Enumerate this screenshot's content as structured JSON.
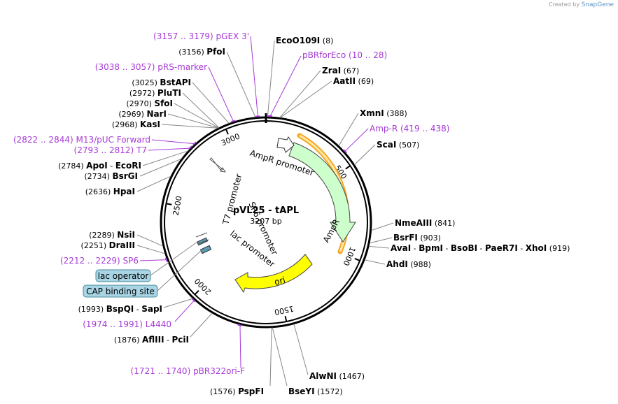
{
  "credit": {
    "prefix": "Created by",
    "brand": "SnapGene"
  },
  "plasmid": {
    "name": "pVL25 - tAPL",
    "length": "3207 bp"
  },
  "ticks": [
    "500",
    "1000",
    "1500",
    "2000",
    "2500",
    "3000"
  ],
  "enzymes": [
    {
      "name": "EcoO109I",
      "pos": "(8)"
    },
    {
      "name": "ZraI",
      "pos": "(67)"
    },
    {
      "name": "AatII",
      "pos": "(69)"
    },
    {
      "name": "XmnI",
      "pos": "(388)"
    },
    {
      "name": "ScaI",
      "pos": "(507)"
    },
    {
      "name": "NmeAIII",
      "pos": "(841)"
    },
    {
      "name": "BsrFI",
      "pos": "(903)"
    },
    {
      "name": "AvaI",
      "pos": ""
    },
    {
      "name": "BpmI",
      "pos": ""
    },
    {
      "name": "BsoBI",
      "pos": ""
    },
    {
      "name": "PaeR7I",
      "pos": ""
    },
    {
      "name": "XhoI",
      "pos": "(919)"
    },
    {
      "name": "AhdI",
      "pos": "(988)"
    },
    {
      "name": "AlwNI",
      "pos": "(1467)"
    },
    {
      "name": "BseYI",
      "pos": "(1572)"
    },
    {
      "name": "PspFI",
      "pos": "(1576)"
    },
    {
      "name": "AflIII",
      "pos": "(1876)"
    },
    {
      "name": "PciI",
      "pos": ""
    },
    {
      "name": "BspQI",
      "pos": "(1993)"
    },
    {
      "name": "SapI",
      "pos": ""
    },
    {
      "name": "DraIII",
      "pos": "(2251)"
    },
    {
      "name": "NsiI",
      "pos": "(2289)"
    },
    {
      "name": "HpaI",
      "pos": "(2636)"
    },
    {
      "name": "BsrGI",
      "pos": "(2734)"
    },
    {
      "name": "ApoI",
      "pos": "(2784)"
    },
    {
      "name": "EcoRI",
      "pos": ""
    },
    {
      "name": "KasI",
      "pos": "(2968)"
    },
    {
      "name": "NarI",
      "pos": "(2969)"
    },
    {
      "name": "SfoI",
      "pos": "(2970)"
    },
    {
      "name": "PluTI",
      "pos": "(2972)"
    },
    {
      "name": "BstAPI",
      "pos": "(3025)"
    },
    {
      "name": "PfoI",
      "pos": "(3156)"
    }
  ],
  "primers": [
    {
      "range": "(3157 .. 3179)",
      "name": "pGEX 3'"
    },
    {
      "range": "(10 .. 28)",
      "name": "pBRforEco"
    },
    {
      "range": "(3038 .. 3057)",
      "name": "pRS-marker"
    },
    {
      "range": "(419 .. 438)",
      "name": "Amp-R"
    },
    {
      "range": "(2822 .. 2844)",
      "name": "M13/pUC Forward"
    },
    {
      "range": "(2793 .. 2812)",
      "name": "T7"
    },
    {
      "range": "(2212 .. 2229)",
      "name": "SP6"
    },
    {
      "range": "(1974 .. 1991)",
      "name": "L4440"
    },
    {
      "range": "(1721 .. 1740)",
      "name": "pBR322ori-F"
    }
  ],
  "features": [
    {
      "name": "AmpR promoter",
      "color": "#ffffff"
    },
    {
      "name": "AmpR",
      "color": "#ccffcc"
    },
    {
      "name": "ori",
      "color": "#ffff00"
    },
    {
      "name": "T7 promoter",
      "color": "#ffffff"
    },
    {
      "name": "SP6 promoter",
      "color": "#ffffff"
    },
    {
      "name": "lac promoter",
      "color": "#ffffff"
    },
    {
      "name": "lac operator",
      "color": "#a8d4e4"
    },
    {
      "name": "CAP binding site",
      "color": "#a8d4e4"
    }
  ],
  "colors": {
    "primer": "#a63ad6",
    "ampr_outline": "#f5a623",
    "backbone": "#000000"
  }
}
